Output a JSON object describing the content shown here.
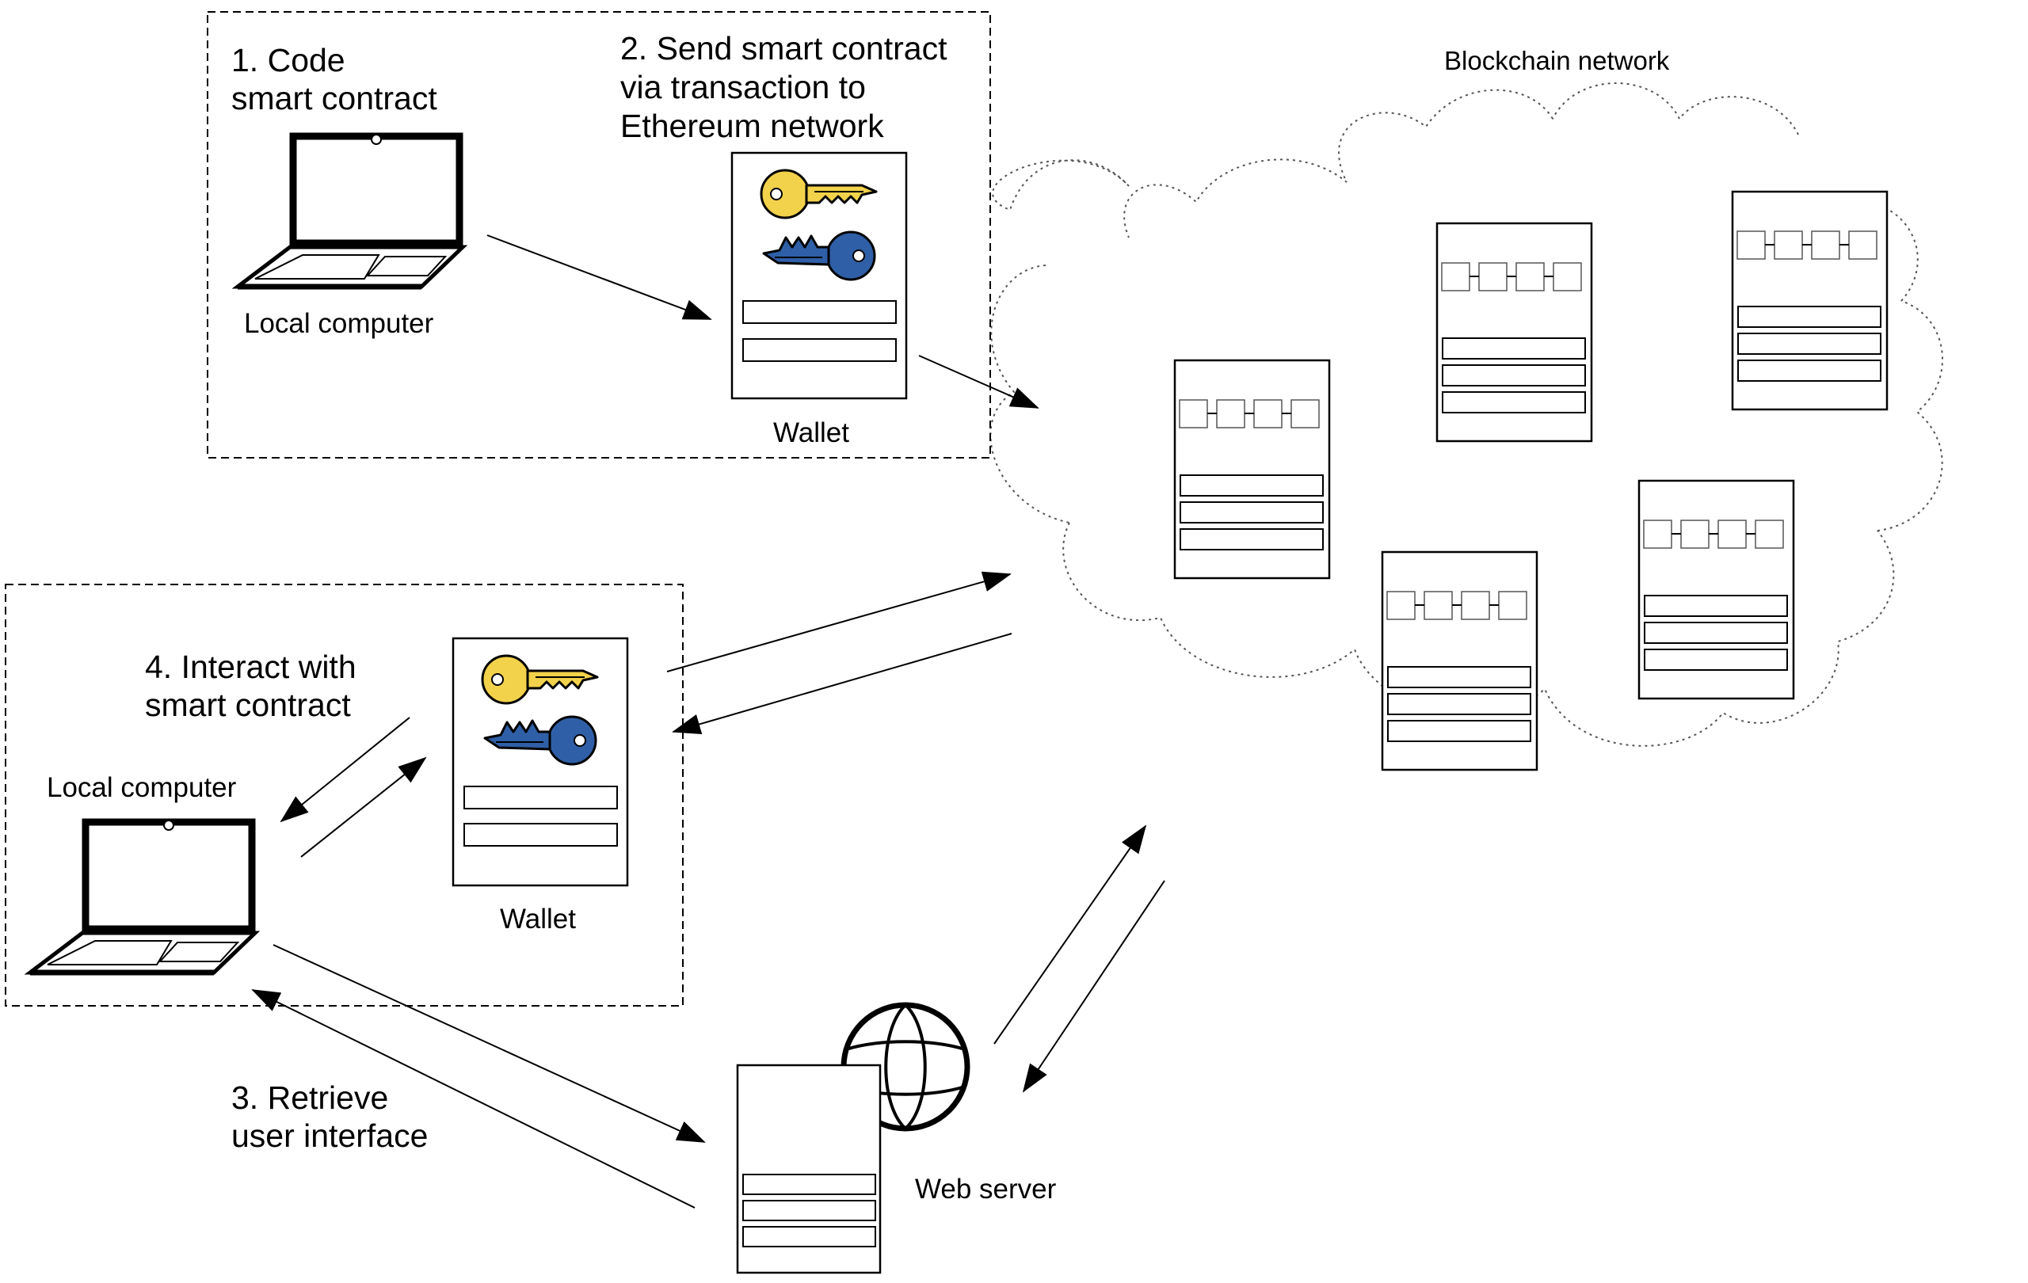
{
  "steps": {
    "code": [
      "1. Code",
      "smart contract"
    ],
    "send": [
      "2.  Send smart contract",
      "via transaction to",
      "Ethereum network"
    ],
    "retrieve": [
      "3. Retrieve",
      "user interface"
    ],
    "interact": [
      "4. Interact with",
      "smart contract"
    ]
  },
  "labels": {
    "network": "Blockchain network",
    "local_computer_top": "Local computer",
    "local_computer_bottom": "Local computer",
    "wallet_top": "Wallet",
    "wallet_bottom": "Wallet",
    "web_server": "Web server"
  },
  "colors": {
    "key_gold": "#f2d24b",
    "key_blue": "#2f5fa6",
    "line": "#000000"
  },
  "icons": [
    "laptop-icon",
    "wallet-icon",
    "gold-key-icon",
    "blue-key-icon",
    "server-node-icon",
    "globe-icon",
    "cloud-outline"
  ]
}
